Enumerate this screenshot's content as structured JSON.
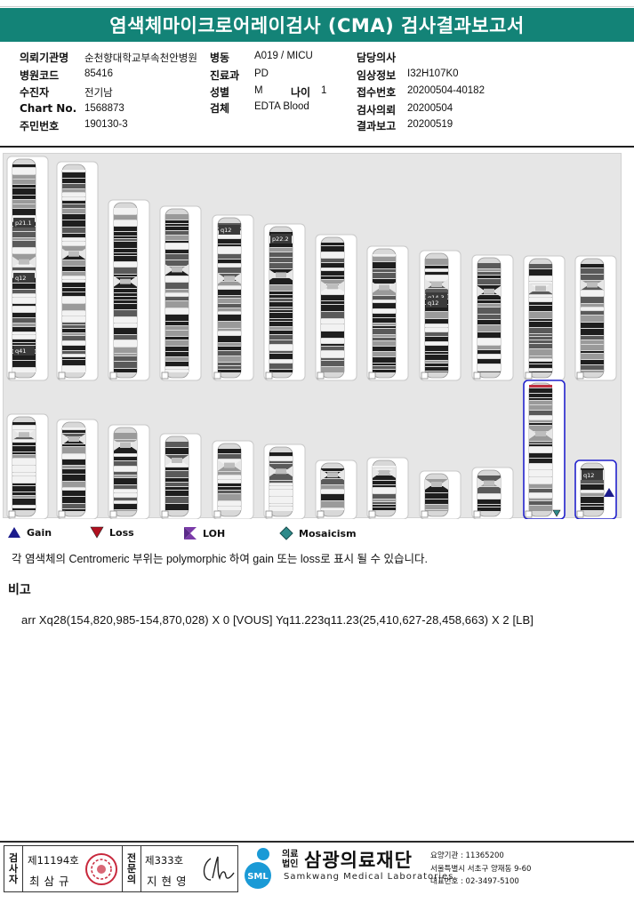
{
  "title": "염색체마이크로어레이검사 (CMA) 검사결과보고서",
  "info": {
    "institution_label": "의뢰기관명",
    "institution": "순천향대학교부속천안병원",
    "ward_label": "병동",
    "ward": "A019 / MICU",
    "doctor_label": "담당의사",
    "doctor": "",
    "hospital_code_label": "병원코드",
    "hospital_code": "85416",
    "department_label": "진료과",
    "department": "PD",
    "clinical_label": "임상정보",
    "clinical": "I32H107K0",
    "patient_label": "수진자",
    "patient": "전기남",
    "sex_label": "성별",
    "sex": "M",
    "age_label": "나이",
    "age": "1",
    "receipt_label": "접수번호",
    "receipt": "20200504-40182",
    "chart_label": "Chart No.",
    "chart": "1568873",
    "specimen_label": "검체",
    "specimen": "EDTA Blood",
    "request_label": "검사의뢰",
    "request": "20200504",
    "id_label": "주민번호",
    "id": "190130-3",
    "report_label": "결과보고",
    "report": "20200519"
  },
  "karyogram": {
    "band_labels": [
      "p21.1",
      "q12",
      "q41",
      "p22.2",
      "q14.3",
      "q12",
      "q12"
    ]
  },
  "legend": {
    "gain": "Gain",
    "loss": "Loss",
    "loh": "LOH",
    "mosaicism": "Mosaicism",
    "colors": {
      "gain": "#1c1c8c",
      "loss": "#b01020",
      "loh": "#7a3ba8",
      "mosaicism": "#2e8a8a"
    }
  },
  "note": "각 염색체의 Centromeric 부위는 polymorphic 하여 gain 또는 loss로 표시 될 수 있습니다.",
  "remarks": {
    "title": "비고",
    "text": "arr Xq28(154,820,985-154,870,028) X 0 [VOUS]  Yq11.223q11.23(25,410,627-28,458,663) X 2 [LB]"
  },
  "signature": {
    "tester_label": [
      "검",
      "사",
      "자"
    ],
    "tester_no": "제11194호",
    "tester_name": "최삼규",
    "reviewer_label": [
      "전",
      "문",
      "의"
    ],
    "reviewer_no": "제333호",
    "reviewer_name": "지현영"
  },
  "lab": {
    "logo_text": "SML",
    "prefix": [
      "의료",
      "법인"
    ],
    "name": "삼광의료재단",
    "english": "Samkwang Medical Laboratories",
    "code": "요양기관 : 11365200",
    "address": "서울특별시 서초구 양재동 9-60",
    "phone": "대표번호 : 02-3497-5100"
  }
}
